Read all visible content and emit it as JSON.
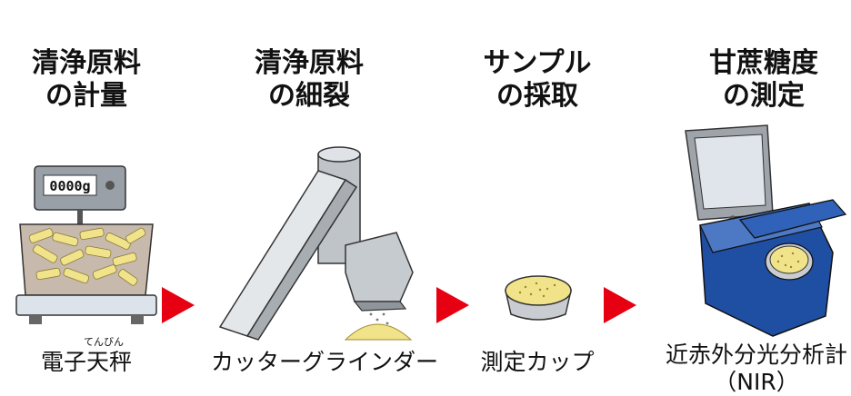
{
  "steps": [
    {
      "title": [
        "清浄原料",
        "の計量"
      ],
      "label": "電子天秤",
      "ruby": "てんびん",
      "display": "0000g"
    },
    {
      "title": [
        "清浄原料",
        "の細裂"
      ],
      "label": "カッターグラインダー"
    },
    {
      "title": [
        "サンプル",
        "の採取"
      ],
      "label": "測定カップ"
    },
    {
      "title": [
        "甘蔗糖度",
        "の測定"
      ],
      "label": [
        "近赤外分光分析計",
        "（NIR）"
      ]
    }
  ],
  "colors": {
    "arrow": "#e60012",
    "nir_body": "#1f4fa3",
    "fiber": "#f1e38a"
  },
  "icons": [
    "scale-icon",
    "cutter-grinder-icon",
    "measuring-cup-icon",
    "nir-analyzer-icon",
    "right-arrow-icon"
  ]
}
